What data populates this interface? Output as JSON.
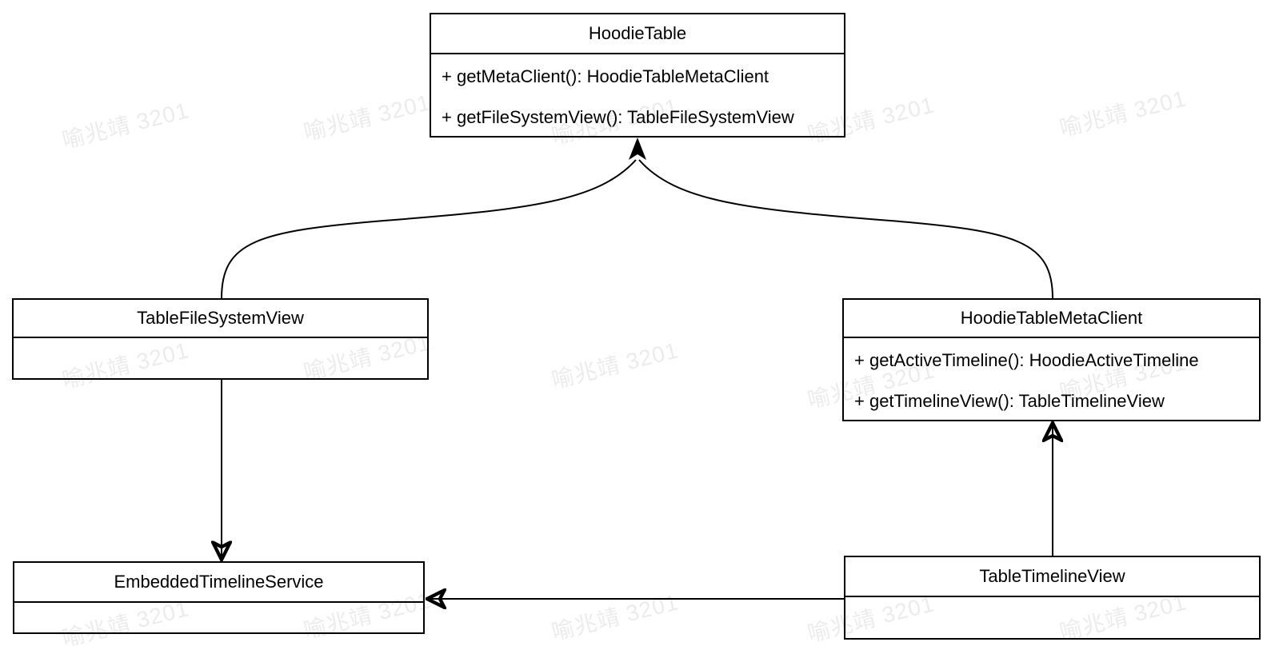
{
  "diagram": {
    "type": "uml-class-diagram",
    "classes": [
      {
        "name": "HoodieTable",
        "methods": [
          "+ getMetaClient(): HoodieTableMetaClient",
          "+ getFileSystemView(): TableFileSystemView"
        ]
      },
      {
        "name": "TableFileSystemView",
        "methods": []
      },
      {
        "name": "HoodieTableMetaClient",
        "methods": [
          "+ getActiveTimeline(): HoodieActiveTimeline",
          "+ getTimelineView(): TableTimelineView"
        ]
      },
      {
        "name": "EmbeddedTimelineService",
        "methods": []
      },
      {
        "name": "TableTimelineView",
        "methods": []
      }
    ],
    "relations": [
      {
        "from": "TableFileSystemView",
        "to": "HoodieTable",
        "arrow": "solid-arrowhead",
        "shape": "curved"
      },
      {
        "from": "HoodieTableMetaClient",
        "to": "HoodieTable",
        "arrow": "solid-arrowhead",
        "shape": "curved"
      },
      {
        "from": "TableFileSystemView",
        "to": "EmbeddedTimelineService",
        "arrow": "solid-arrowhead",
        "shape": "straight-down"
      },
      {
        "from": "TableTimelineView",
        "to": "HoodieTableMetaClient",
        "arrow": "solid-arrowhead",
        "shape": "straight-up"
      },
      {
        "from": "TableTimelineView",
        "to": "EmbeddedTimelineService",
        "arrow": "solid-arrowhead",
        "shape": "straight-left"
      }
    ]
  },
  "watermark": {
    "text": "喻兆靖 3201"
  },
  "colors": {
    "line": "#000000",
    "text": "#000000",
    "background": "#ffffff",
    "watermark": "#ebebeb"
  }
}
